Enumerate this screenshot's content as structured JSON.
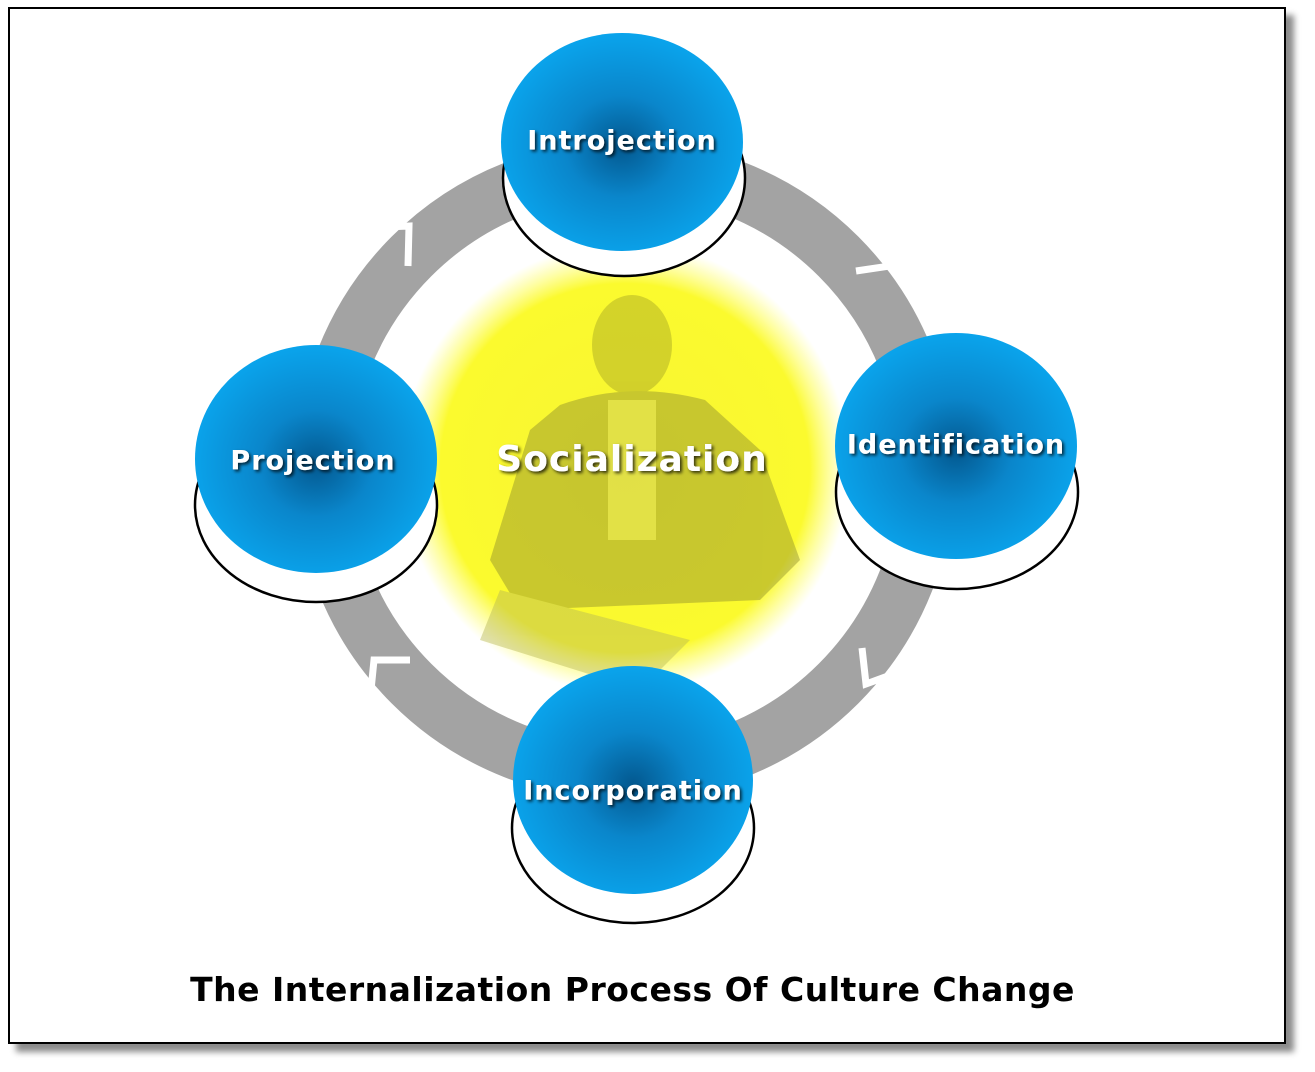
{
  "center": {
    "label": "Socialization",
    "glow_color": "#ffff3a"
  },
  "nodes": {
    "introjection": "Introjection",
    "identification": "Identification",
    "incorporation": "Incorporation",
    "projection": "Projection"
  },
  "cycle": {
    "direction": "clockwise",
    "ring_color": "#a3a3a3",
    "node_color": "#0aa0e8"
  },
  "caption": "The Internalization Process Of Culture Change"
}
